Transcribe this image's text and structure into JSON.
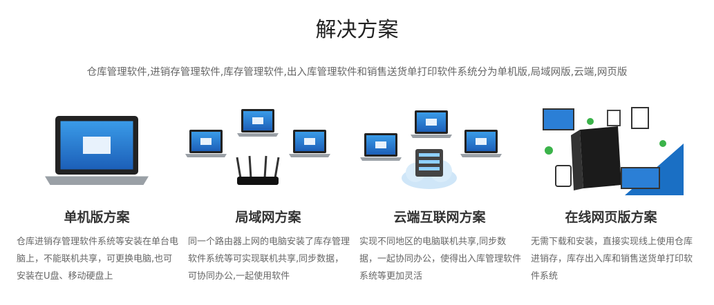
{
  "title": "解决方案",
  "subtitle": "仓库管理软件,进销存管理软件,库存管理软件,出入库管理软件和销售送货单打印软件系统分为单机版,局域网版,云端,网页版",
  "solutions": [
    {
      "heading": "单机版方案",
      "desc": "仓库进销存管理软件系统等安装在单台电脑上，不能联机共享，可更换电脑,也可安装在U盘、移动硬盘上",
      "icon": "laptop-illustration"
    },
    {
      "heading": "局域网方案",
      "desc": "同一个路由器上网的电脑安装了库存管理软件系统等可实现联机共享,同步数据，可协同办公,一起使用软件",
      "icon": "lan-router-illustration"
    },
    {
      "heading": "云端互联网方案",
      "desc": "实现不同地区的电脑联机共享,同步数据，一起协同办公，使得出入库管理软件系统等更加灵活",
      "icon": "cloud-server-illustration"
    },
    {
      "heading": "在线网页版方案",
      "desc": "无需下载和安装，直接实现线上使用仓库进销存，库存出入库和销售送货单打印软件系统",
      "icon": "online-server-illustration"
    }
  ]
}
